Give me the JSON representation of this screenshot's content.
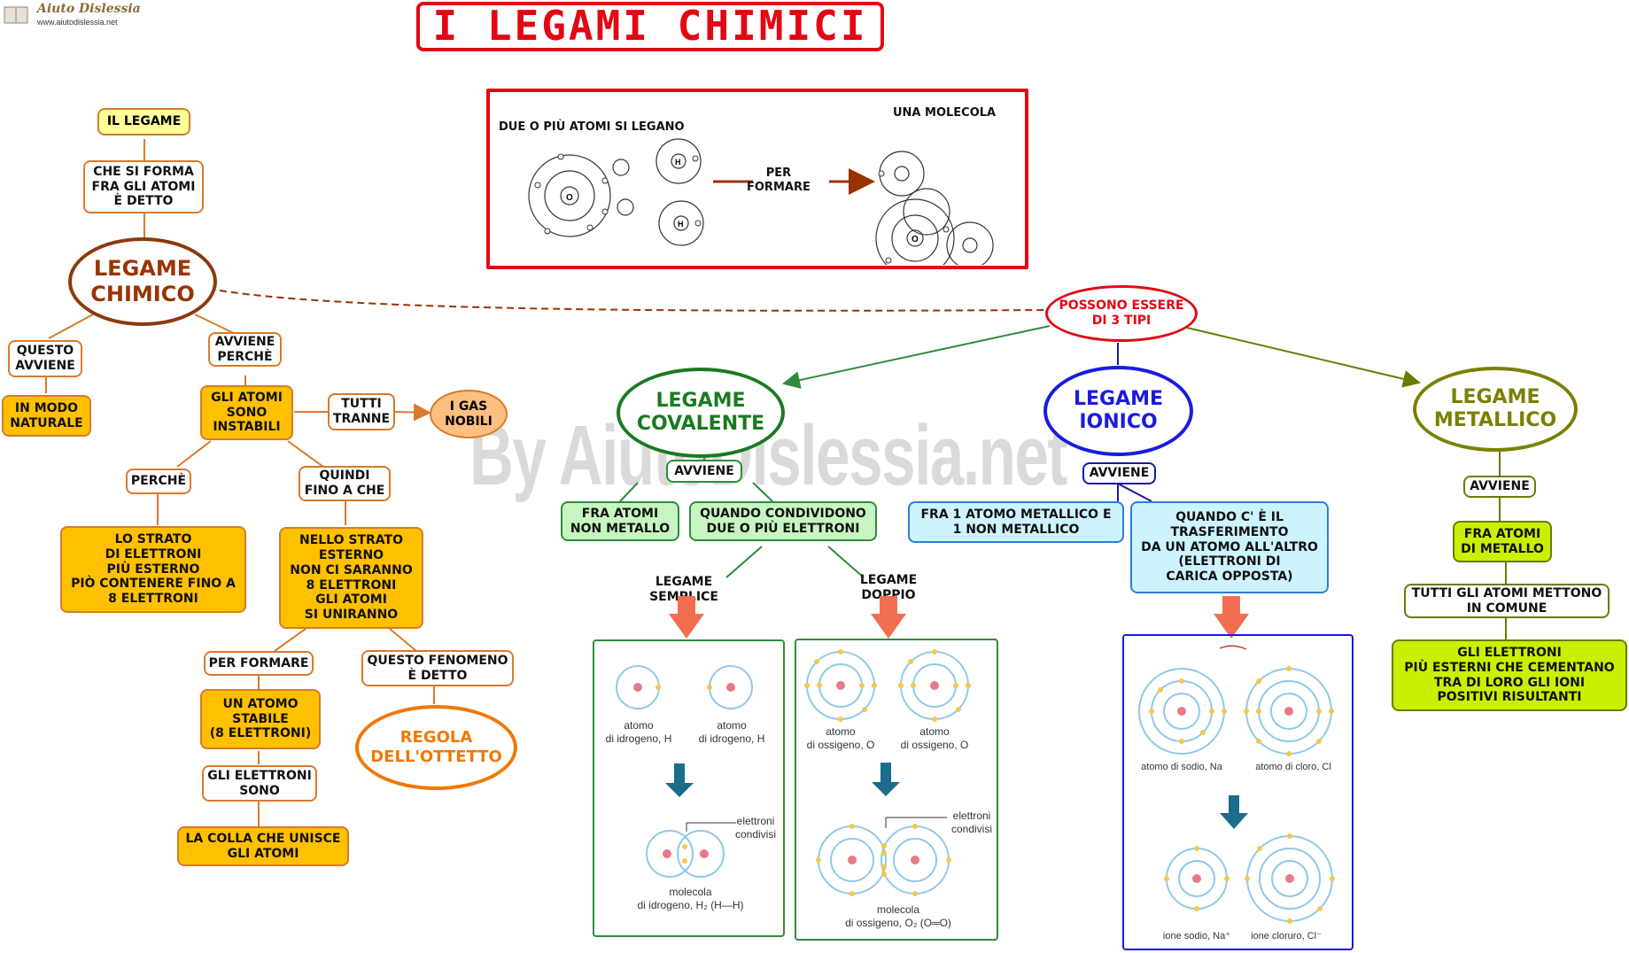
{
  "logo": {
    "name": "Aiuto Dislessia",
    "url": "www.aiutodislessia.net"
  },
  "title": "I LEGAMI CHIMICI",
  "watermark": "By AiutoDislessia.net",
  "top_box": {
    "left_caption": "DUE O PIÙ ATOMI SI LEGANO",
    "middle_caption": "PER\nFORMARE",
    "right_caption": "UNA MOLECOLA",
    "atom_labels": [
      "O",
      "H",
      "H"
    ]
  },
  "left": {
    "il_legame": "IL LEGAME",
    "che_si_forma": "CHE SI FORMA\nFRA GLI ATOMI\nÈ DETTO",
    "legame_chimico": "LEGAME\nCHIMICO",
    "questo_avviene": "QUESTO\nAVVIENE",
    "in_modo_naturale": "IN MODO\nNATURALE",
    "avviene_perche": "AVVIENE\nPERCHÈ",
    "atomi_instabili": "GLI ATOMI\nSONO\nINSTABILI",
    "tutti_tranne": "TUTTI\nTRANNE",
    "gas_nobili": "I GAS\nNOBILI",
    "perche": "PERCHÈ",
    "strato_esterno": "LO STRATO\nDI ELETTRONI\nPIÙ ESTERNO\nPIÒ CONTENERE FINO A\n8 ELETTRONI",
    "quindi_fino": "QUINDI\nFINO A CHE",
    "nello_strato": "NELLO STRATO\nESTERNO\nNON CI SARANNO\n8 ELETTRONI\nGLI ATOMI\nSI UNIRANNO",
    "per_formare": "PER FORMARE",
    "questo_fenomeno": "QUESTO FENOMENO\nÈ DETTO",
    "atomo_stabile": "UN ATOMO\nSTABILE\n(8 ELETTRONI)",
    "regola_ottetto": "REGOLA\nDELL'OTTETTO",
    "gli_elettroni_sono": "GLI ELETTRONI\nSONO",
    "la_colla": "LA COLLA CHE UNISCE\nGLI ATOMI"
  },
  "possono": "POSSONO ESSERE\nDI 3 TIPI",
  "covalente": {
    "title": "LEGAME\nCOVALENTE",
    "avviene": "AVVIENE",
    "fra_atomi": "FRA ATOMI\nNON METALLO",
    "quando": "QUANDO CONDIVIDONO\nDUE O PIÙ ELETTRONI",
    "semplice": "LEGAME\nSEMPLICE",
    "doppio": "LEGAME\nDOPPIO",
    "panel1": {
      "cap_a": "atomo\ndi idrogeno, H",
      "cap_b": "atomo\ndi idrogeno, H",
      "shared": "elettroni\ncondivisi",
      "molecule": "molecola\ndi idrogeno, H₂ (H—H)"
    },
    "panel2": {
      "cap_a": "atomo\ndi ossigeno, O",
      "cap_b": "atomo\ndi ossigeno, O",
      "shared": "elettroni\ncondivisi",
      "molecule": "molecola\ndi ossigeno, O₂ (O═O)"
    }
  },
  "ionico": {
    "title": "LEGAME\nIONICO",
    "avviene": "AVVIENE",
    "fra": "FRA 1 ATOMO METALLICO E\n1 NON METALLICO",
    "quando": "QUANDO C' È IL\nTRASFERIMENTO\nDA UN ATOMO ALL'ALTRO\n(ELETTRONI DI\nCARICA OPPOSTA)",
    "panel": {
      "cap_a": "atomo di sodio, Na",
      "cap_b": "atomo di cloro, Cl",
      "ion_a": "ione sodio, Na⁺",
      "ion_b": "ione cloruro, Cl⁻"
    }
  },
  "metallico": {
    "title": "LEGAME\nMETALLICO",
    "avviene": "AVVIENE",
    "fra": "FRA ATOMI\nDI METALLO",
    "tutti": "TUTTI GLI ATOMI METTONO\nIN COMUNE",
    "elettroni": "GLI ELETTRONI\nPIÙ ESTERNI CHE CEMENTANO\nTRA DI LORO GLI IONI\nPOSITIVI RISULTANTI"
  }
}
